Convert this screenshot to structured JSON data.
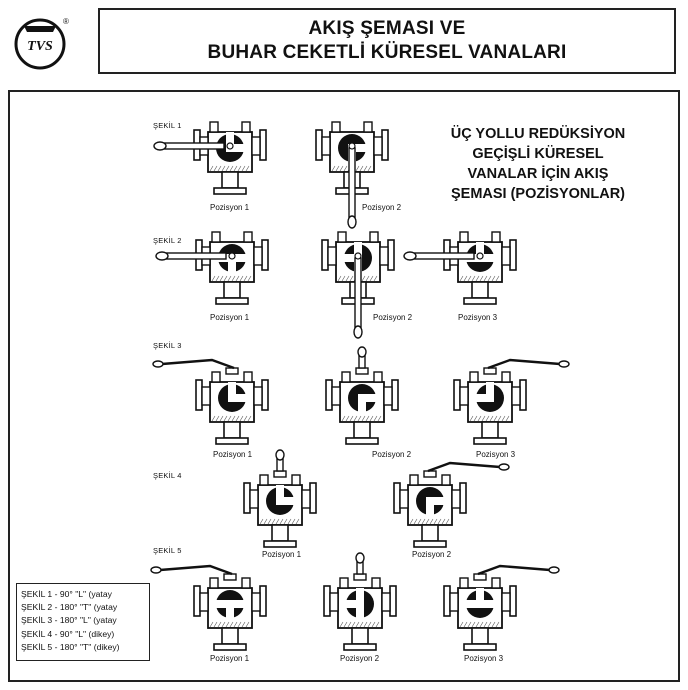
{
  "logo": {
    "text": "TVS",
    "mark": "®"
  },
  "header": {
    "title_line1": "AKIŞ ŞEMASI VE",
    "title_line2": "BUHAR CEKETLİ KÜRESEL VANALARI"
  },
  "subtitle": {
    "line1": "ÜÇ YOLLU REDÜKSİYON",
    "line2": "GEÇİŞLİ KÜRESEL",
    "line3": "VANALAR İÇİN AKIŞ",
    "line4": "ŞEMASI (POZİSYONLAR)"
  },
  "figures": [
    {
      "label": "ŞEKİL 1",
      "positions": [
        "Pozisyon 1",
        "Pozisyon 2"
      ]
    },
    {
      "label": "ŞEKİL 2",
      "positions": [
        "Pozisyon 1",
        "Pozisyon 2",
        "Pozisyon 3"
      ]
    },
    {
      "label": "ŞEKİL 3",
      "positions": [
        "Pozisyon 1",
        "Pozisyon 2",
        "Pozisyon 3"
      ]
    },
    {
      "label": "ŞEKİL 4",
      "positions": [
        "Pozisyon 1",
        "Pozisyon 2"
      ]
    },
    {
      "label": "ŞEKİL 5",
      "positions": [
        "Pozisyon 1",
        "Pozisyon 2",
        "Pozisyon 3"
      ]
    }
  ],
  "legend": [
    "ŞEKİL 1 - 90° \"L\" (yatay",
    "ŞEKİL 2 - 180° \"T\" (yatay",
    "ŞEKİL 3 - 180° \"L\" (yatay",
    "ŞEKİL 4 - 90° \"L\" (dikey)",
    "ŞEKİL 5 - 180° \"T\" (dikey)"
  ]
}
